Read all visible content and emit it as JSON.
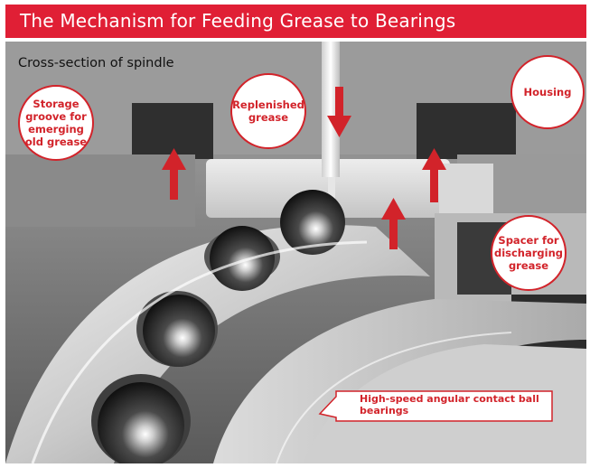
{
  "title": "The Mechanism for Feeding Grease to Bearings",
  "subtitle": "Cross-section of spindle",
  "labels": {
    "storage_groove": "Storage\ngroove for\nemerging\nold grease",
    "replenished_grease": "Replenished\ngrease",
    "housing": "Housing",
    "spacer": "Spacer for\ndischarging\ngrease",
    "bearing": "High-speed angular contact ball\nbearings"
  },
  "colors": {
    "accent": "#e01f35",
    "arrow": "#d2232a"
  }
}
